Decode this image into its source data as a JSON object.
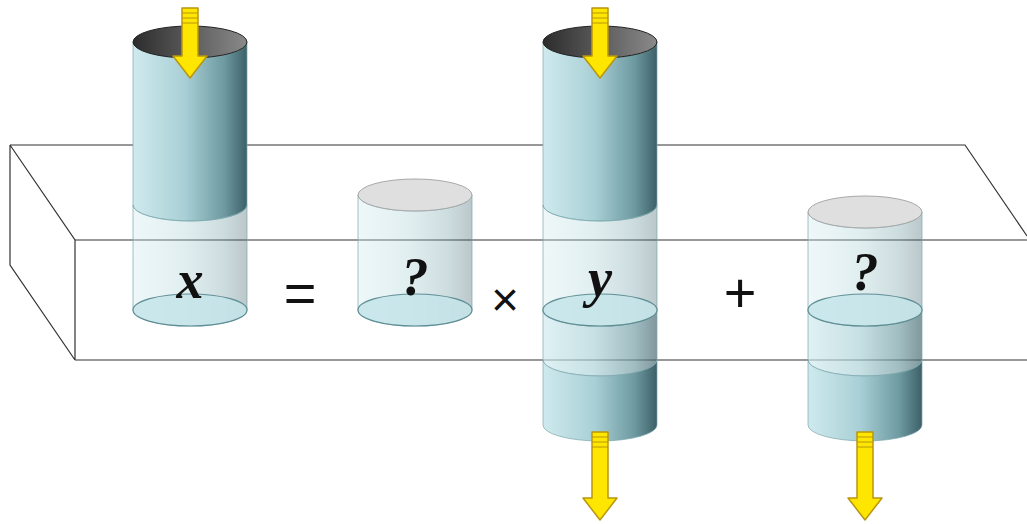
{
  "diagram": {
    "nodes": [
      {
        "text": [
          "x"
        ]
      },
      {
        "text": [
          "?"
        ]
      },
      {
        "text": [
          "y"
        ]
      },
      {
        "text": [
          "?"
        ]
      }
    ],
    "labels": [
      "=",
      "×",
      "+"
    ]
  }
}
